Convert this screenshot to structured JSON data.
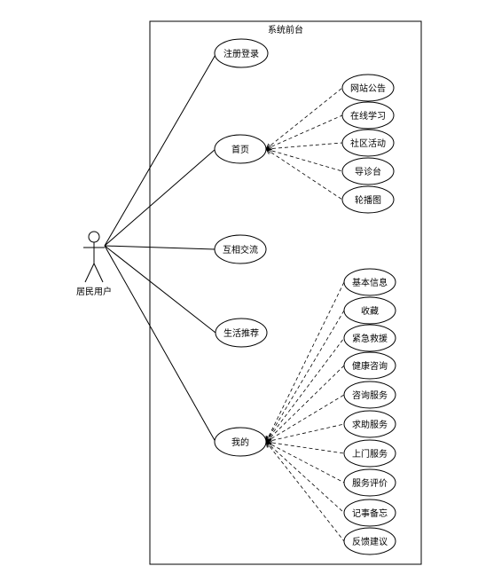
{
  "system": {
    "title": "系统前台"
  },
  "actor": {
    "label": "居民用户"
  },
  "use_cases": {
    "login": "注册登录",
    "home": "首页",
    "exchange": "互相交流",
    "life": "生活推荐",
    "mine": "我的"
  },
  "home_includes": [
    "网站公告",
    "在线学习",
    "社区活动",
    "导诊台",
    "轮播图"
  ],
  "mine_includes": [
    "基本信息",
    "收藏",
    "紧急救援",
    "健康咨询",
    "咨询服务",
    "求助服务",
    "上门服务",
    "服务评价",
    "记事备忘",
    "反馈建议"
  ]
}
